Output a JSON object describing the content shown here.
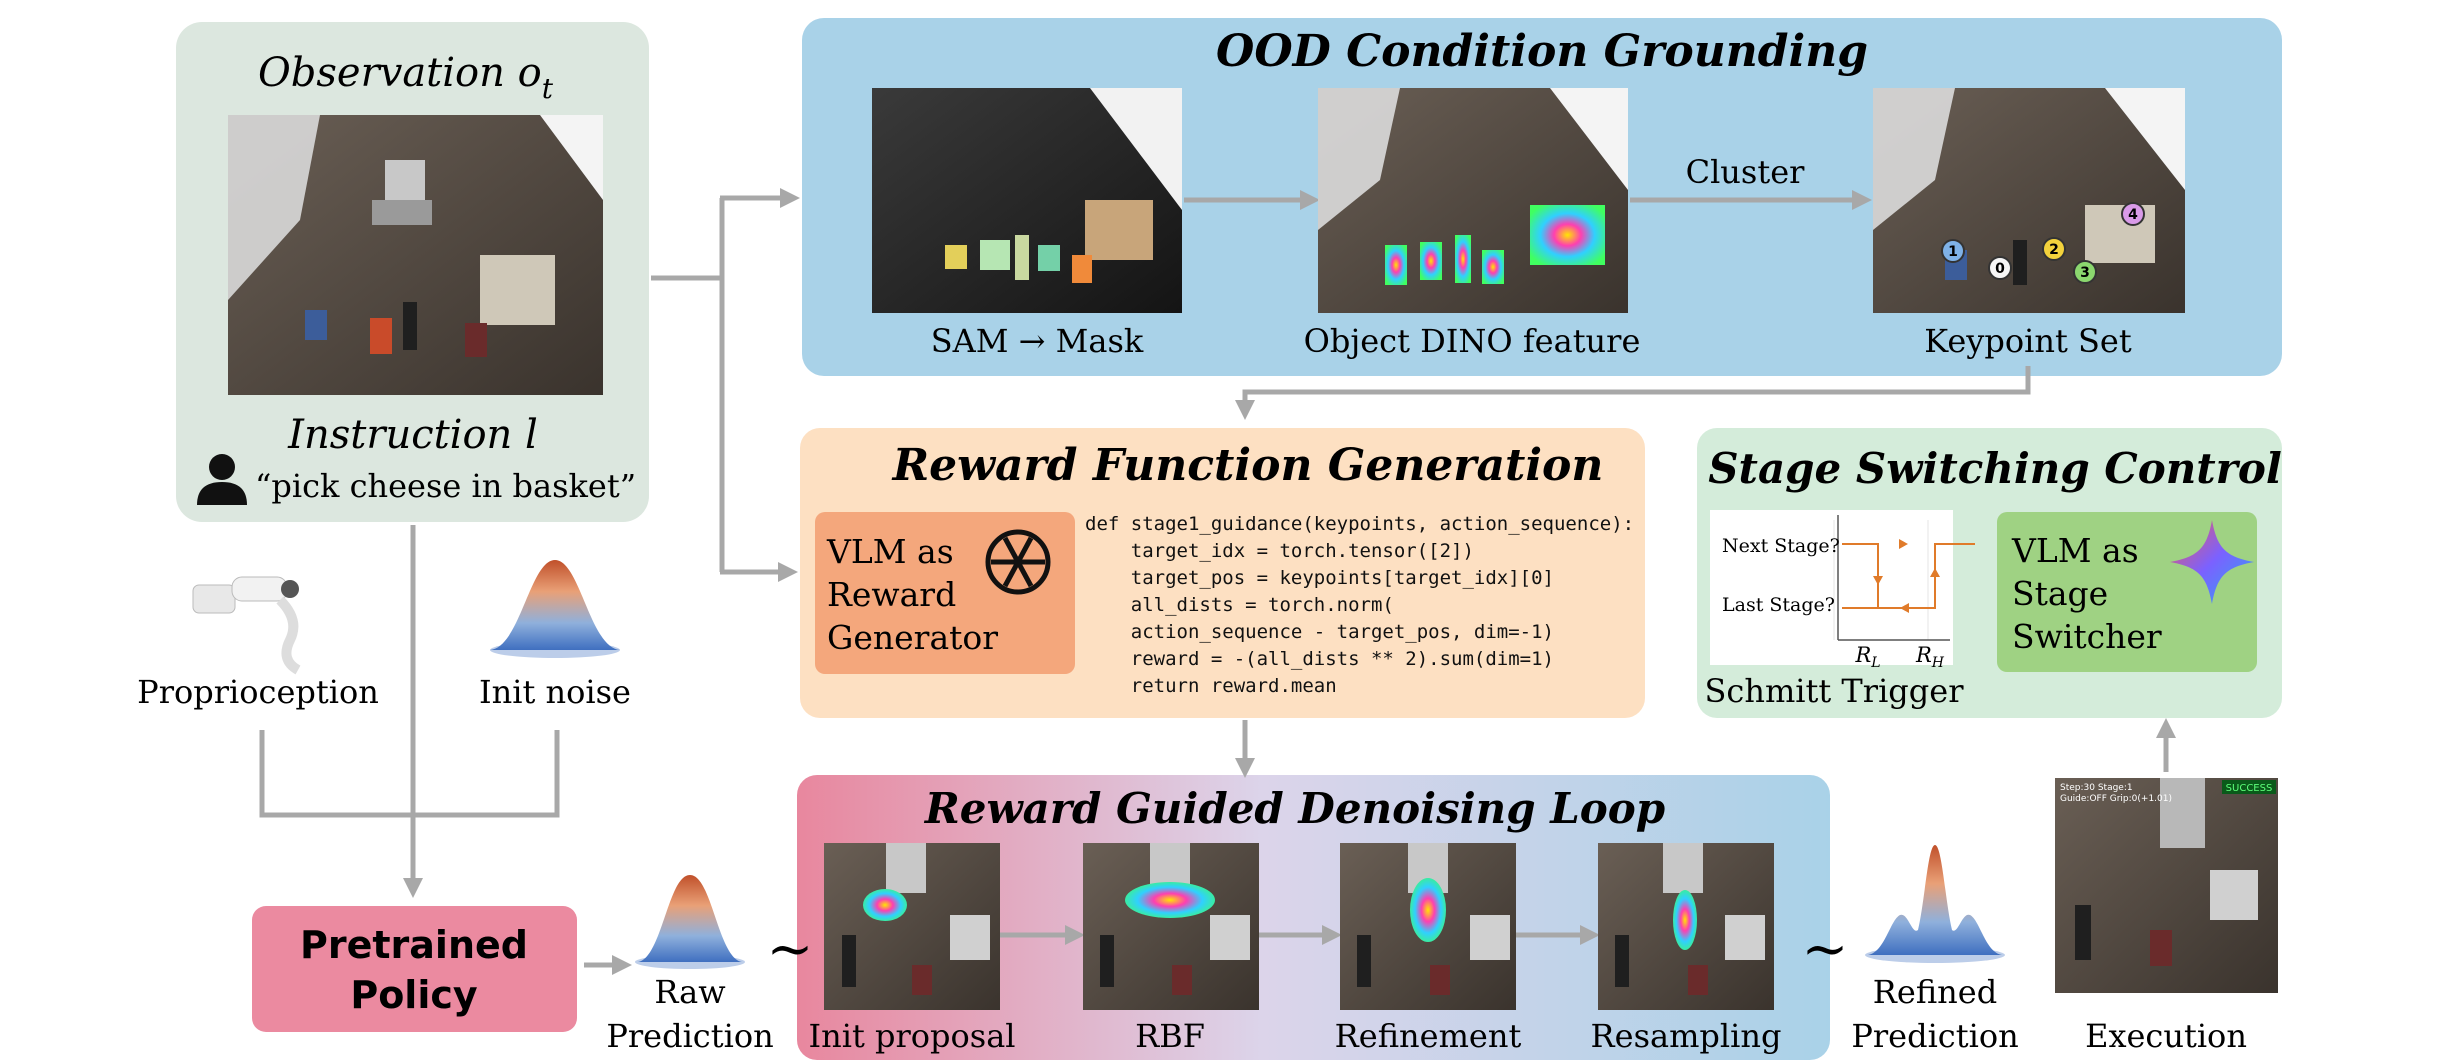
{
  "observation": {
    "title": "Observation",
    "symbol": "o",
    "subscript": "t",
    "instruction_label": "Instruction",
    "instruction_symbol": "l",
    "instruction_text": "“pick cheese in basket”"
  },
  "inputs": {
    "proprioception": "Proprioception",
    "init_noise": "Init noise"
  },
  "policy": {
    "line1": "Pretrained",
    "line2": "Policy"
  },
  "raw_prediction": {
    "line1": "Raw",
    "line2": "Prediction"
  },
  "ood": {
    "title": "OOD Condition Grounding",
    "cluster_label": "Cluster",
    "steps": [
      "SAM → Mask",
      "Object DINO feature",
      "Keypoint Set"
    ],
    "keypoints": [
      "0",
      "1",
      "2",
      "3",
      "4"
    ]
  },
  "reward_gen": {
    "title": "Reward Function Generation",
    "vlm_box": [
      "VLM as",
      "Reward",
      "Generator"
    ],
    "code": [
      "def stage1_guidance(keypoints, action_sequence):",
      "    target_idx = torch.tensor([2])",
      "    target_pos = keypoints[target_idx][0]",
      "    all_dists = torch.norm(",
      "    action_sequence - target_pos, dim=-1)",
      "    reward = -(all_dists ** 2).sum(dim=1)",
      "    return reward.mean"
    ]
  },
  "stage_switch": {
    "title": "Stage Switching Control",
    "next_label": "Next Stage?",
    "last_label": "Last Stage?",
    "rl": "R",
    "rl_sub": "L",
    "rh": "R",
    "rh_sub": "H",
    "caption": "Schmitt Trigger",
    "vlm_box": [
      "VLM as",
      "Stage",
      "Switcher"
    ]
  },
  "denoise": {
    "title": "Reward Guided Denoising Loop",
    "steps": [
      "Init proposal",
      "RBF",
      "Refinement",
      "Resampling"
    ],
    "tilde": "~"
  },
  "refined": {
    "line1": "Refined",
    "line2": "Prediction"
  },
  "execution": {
    "label": "Execution",
    "hud_line1": "Step:30 Stage:1",
    "hud_line2": "Guide:OFF Grip:0(+1.01)",
    "status": "SUCCESS"
  },
  "colors": {
    "obs_panel": "#dce7df",
    "ood_panel": "#a9d2e8",
    "reward_panel": "#fde0c2",
    "reward_vlm": "#f4a77c",
    "stage_panel": "#d4ecda",
    "stage_vlm": "#9fd283",
    "policy": "#eb8aa0",
    "arrow": "#a8a8a8",
    "trigger": "#e07b2a"
  }
}
